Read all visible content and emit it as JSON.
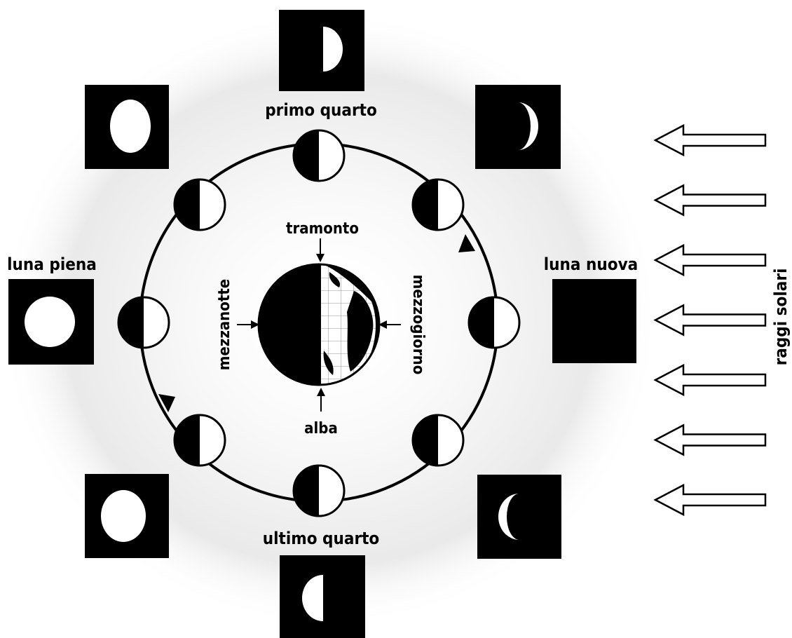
{
  "labels": {
    "first_quarter": "primo quarto",
    "last_quarter": "ultimo quarto",
    "full_moon": "luna piena",
    "new_moon": "luna nuova",
    "sun_rays": "raggi solari",
    "sunset": "tramonto",
    "sunrise": "alba",
    "midnight": "mezzanotte",
    "noon": "mezzogiorno"
  },
  "colors": {
    "ink": "#000000",
    "paper": "#ffffff",
    "halo": "#c8c8c8"
  },
  "phases_shown": [
    "first_quarter",
    "waxing_crescent",
    "new_moon",
    "waning_crescent",
    "last_quarter",
    "waning_gibbous",
    "full_moon",
    "waxing_gibbous"
  ],
  "sun_arrow_count": 7
}
